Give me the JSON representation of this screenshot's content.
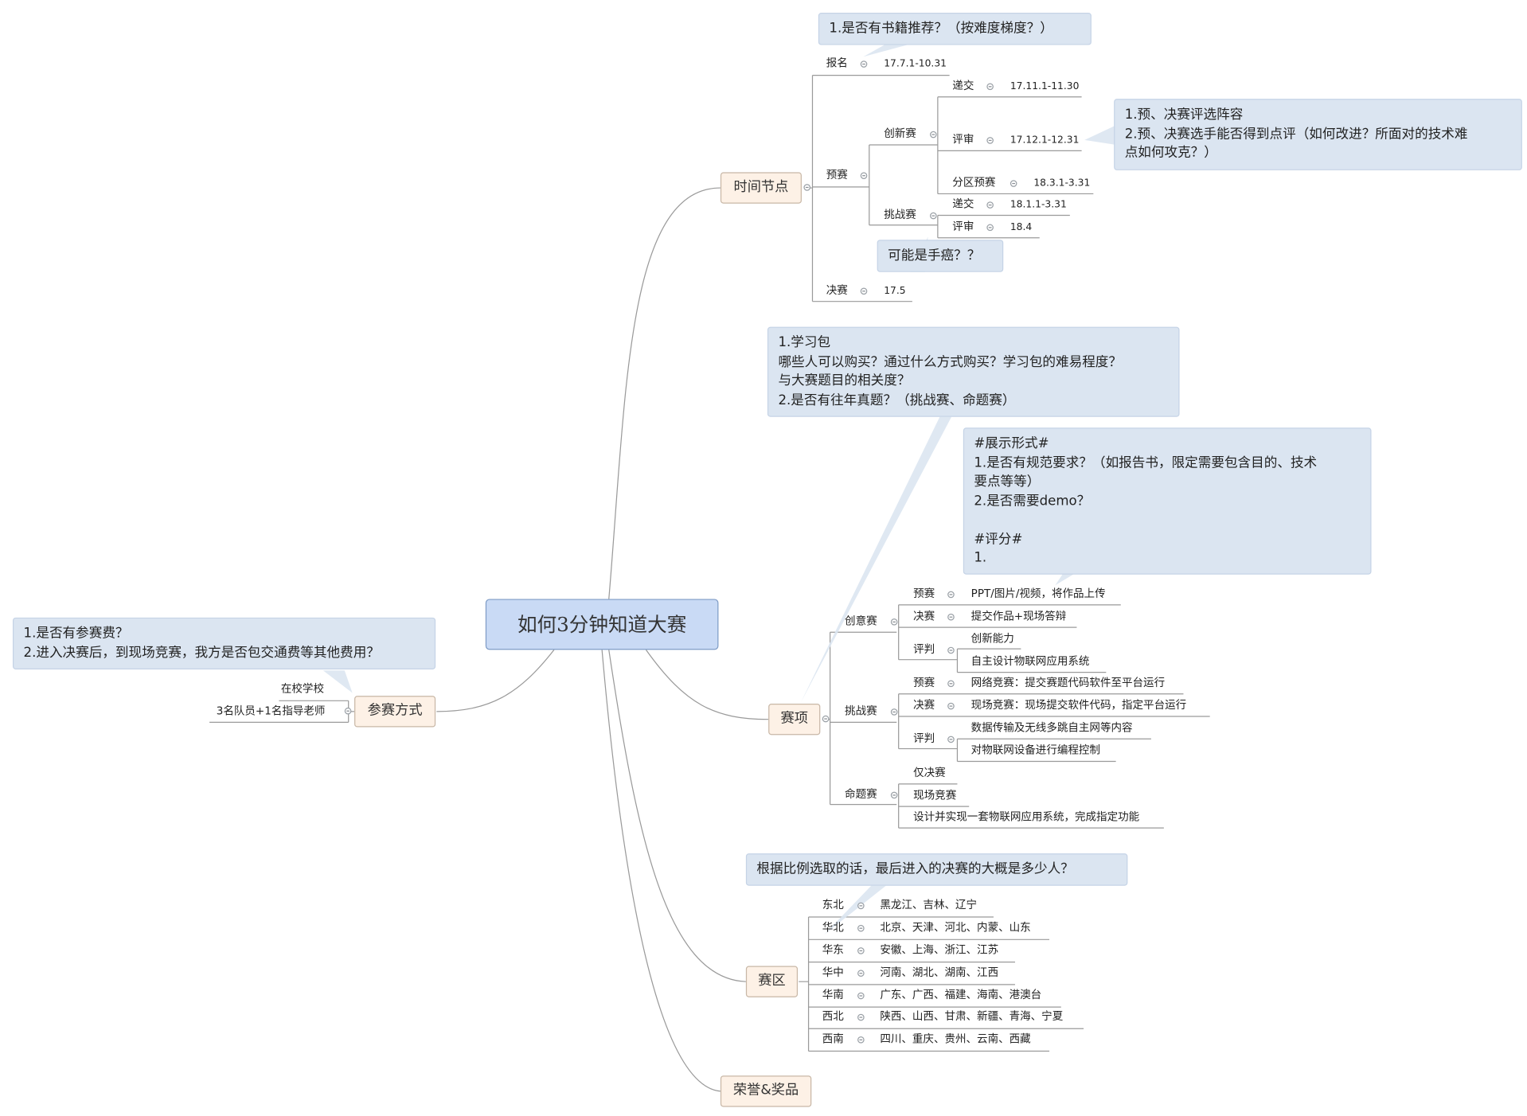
{
  "central": {
    "title": "如何3分钟知道大赛"
  },
  "notes": {
    "books": [
      "1.是否有书籍推荐？（按难度梯度？）"
    ],
    "judges": [
      "1.预、决赛评选阵容",
      "2.预、决赛选手能否得到点评（如何改进？所面对的技术难",
      "点如何攻克？）"
    ],
    "typo": [
      "可能是手癌？？"
    ],
    "package": [
      "1.学习包",
      "哪些人可以购买？通过什么方式购买？学习包的难易程度？",
      "与大赛题目的相关度？",
      "2.是否有往年真题？（挑战赛、命题赛）"
    ],
    "display": [
      "#展示形式#",
      "1.是否有规范要求？（如报告书，限定需要包含目的、技术",
      "要点等等）",
      "2.是否需要demo？",
      "",
      "#评分#",
      "1."
    ],
    "fee": [
      "1.是否有参赛费？",
      "2.进入决赛后，到现场竞赛，我方是否包交通费等其他费用？"
    ],
    "finalists": [
      "根据比例选取的话，最后进入的决赛的大概是多少人？"
    ]
  },
  "timeline": {
    "label": "时间节点",
    "signup": {
      "label": "报名",
      "value": "17.7.1-10.31"
    },
    "prelim": {
      "label": "预赛",
      "innovation": {
        "label": "创新赛",
        "submit": {
          "label": "递交",
          "value": "17.11.1-11.30"
        },
        "review": {
          "label": "评审",
          "value": "17.12.1-12.31"
        },
        "regional": {
          "label": "分区预赛",
          "value": "18.3.1-3.31"
        }
      },
      "challenge": {
        "label": "挑战赛",
        "submit": {
          "label": "递交",
          "value": "18.1.1-3.31"
        },
        "review": {
          "label": "评审",
          "value": "18.4"
        }
      }
    },
    "final": {
      "label": "决赛",
      "value": "17.5"
    }
  },
  "events": {
    "label": "赛项",
    "creative": {
      "label": "创意赛",
      "prelim": {
        "label": "预赛",
        "value": "PPT/图片/视频，将作品上传"
      },
      "final": {
        "label": "决赛",
        "value": "提交作品+现场答辩"
      },
      "judging": {
        "label": "评判",
        "items": [
          "创新能力",
          "自主设计物联网应用系统"
        ]
      }
    },
    "challenge": {
      "label": "挑战赛",
      "prelim": {
        "label": "预赛",
        "value": "网络竞赛：提交赛题代码软件至平台运行"
      },
      "final": {
        "label": "决赛",
        "value": "现场竞赛：现场提交软件代码，指定平台运行"
      },
      "judging": {
        "label": "评判",
        "items": [
          "数据传输及无线多跳自主网等内容",
          "对物联网设备进行编程控制"
        ]
      }
    },
    "proposition": {
      "label": "命题赛",
      "items": [
        "仅决赛",
        "现场竞赛",
        "设计并实现一套物联网应用系统，完成指定功能"
      ]
    }
  },
  "regions": {
    "label": "赛区",
    "items": [
      {
        "name": "东北",
        "provinces": "黑龙江、吉林、辽宁"
      },
      {
        "name": "华北",
        "provinces": "北京、天津、河北、内蒙、山东"
      },
      {
        "name": "华东",
        "provinces": "安徽、上海、浙江、江苏"
      },
      {
        "name": "华中",
        "provinces": "河南、湖北、湖南、江西"
      },
      {
        "name": "华南",
        "provinces": "广东、广西、福建、海南、港澳台"
      },
      {
        "name": "西北",
        "provinces": "陕西、山西、甘肃、新疆、青海、宁夏"
      },
      {
        "name": "西南",
        "provinces": "四川、重庆、贵州、云南、西藏"
      }
    ]
  },
  "honors": {
    "label": "荣誉&奖品"
  },
  "participation": {
    "label": "参赛方式",
    "items": [
      "在校学校",
      "3名队员+1名指导老师"
    ]
  },
  "colors": {
    "central_fill": "#c9daf5",
    "topic_fill": "#fdf1e6",
    "note_fill": "#dbe5f1",
    "line": "#9a9a9a"
  }
}
